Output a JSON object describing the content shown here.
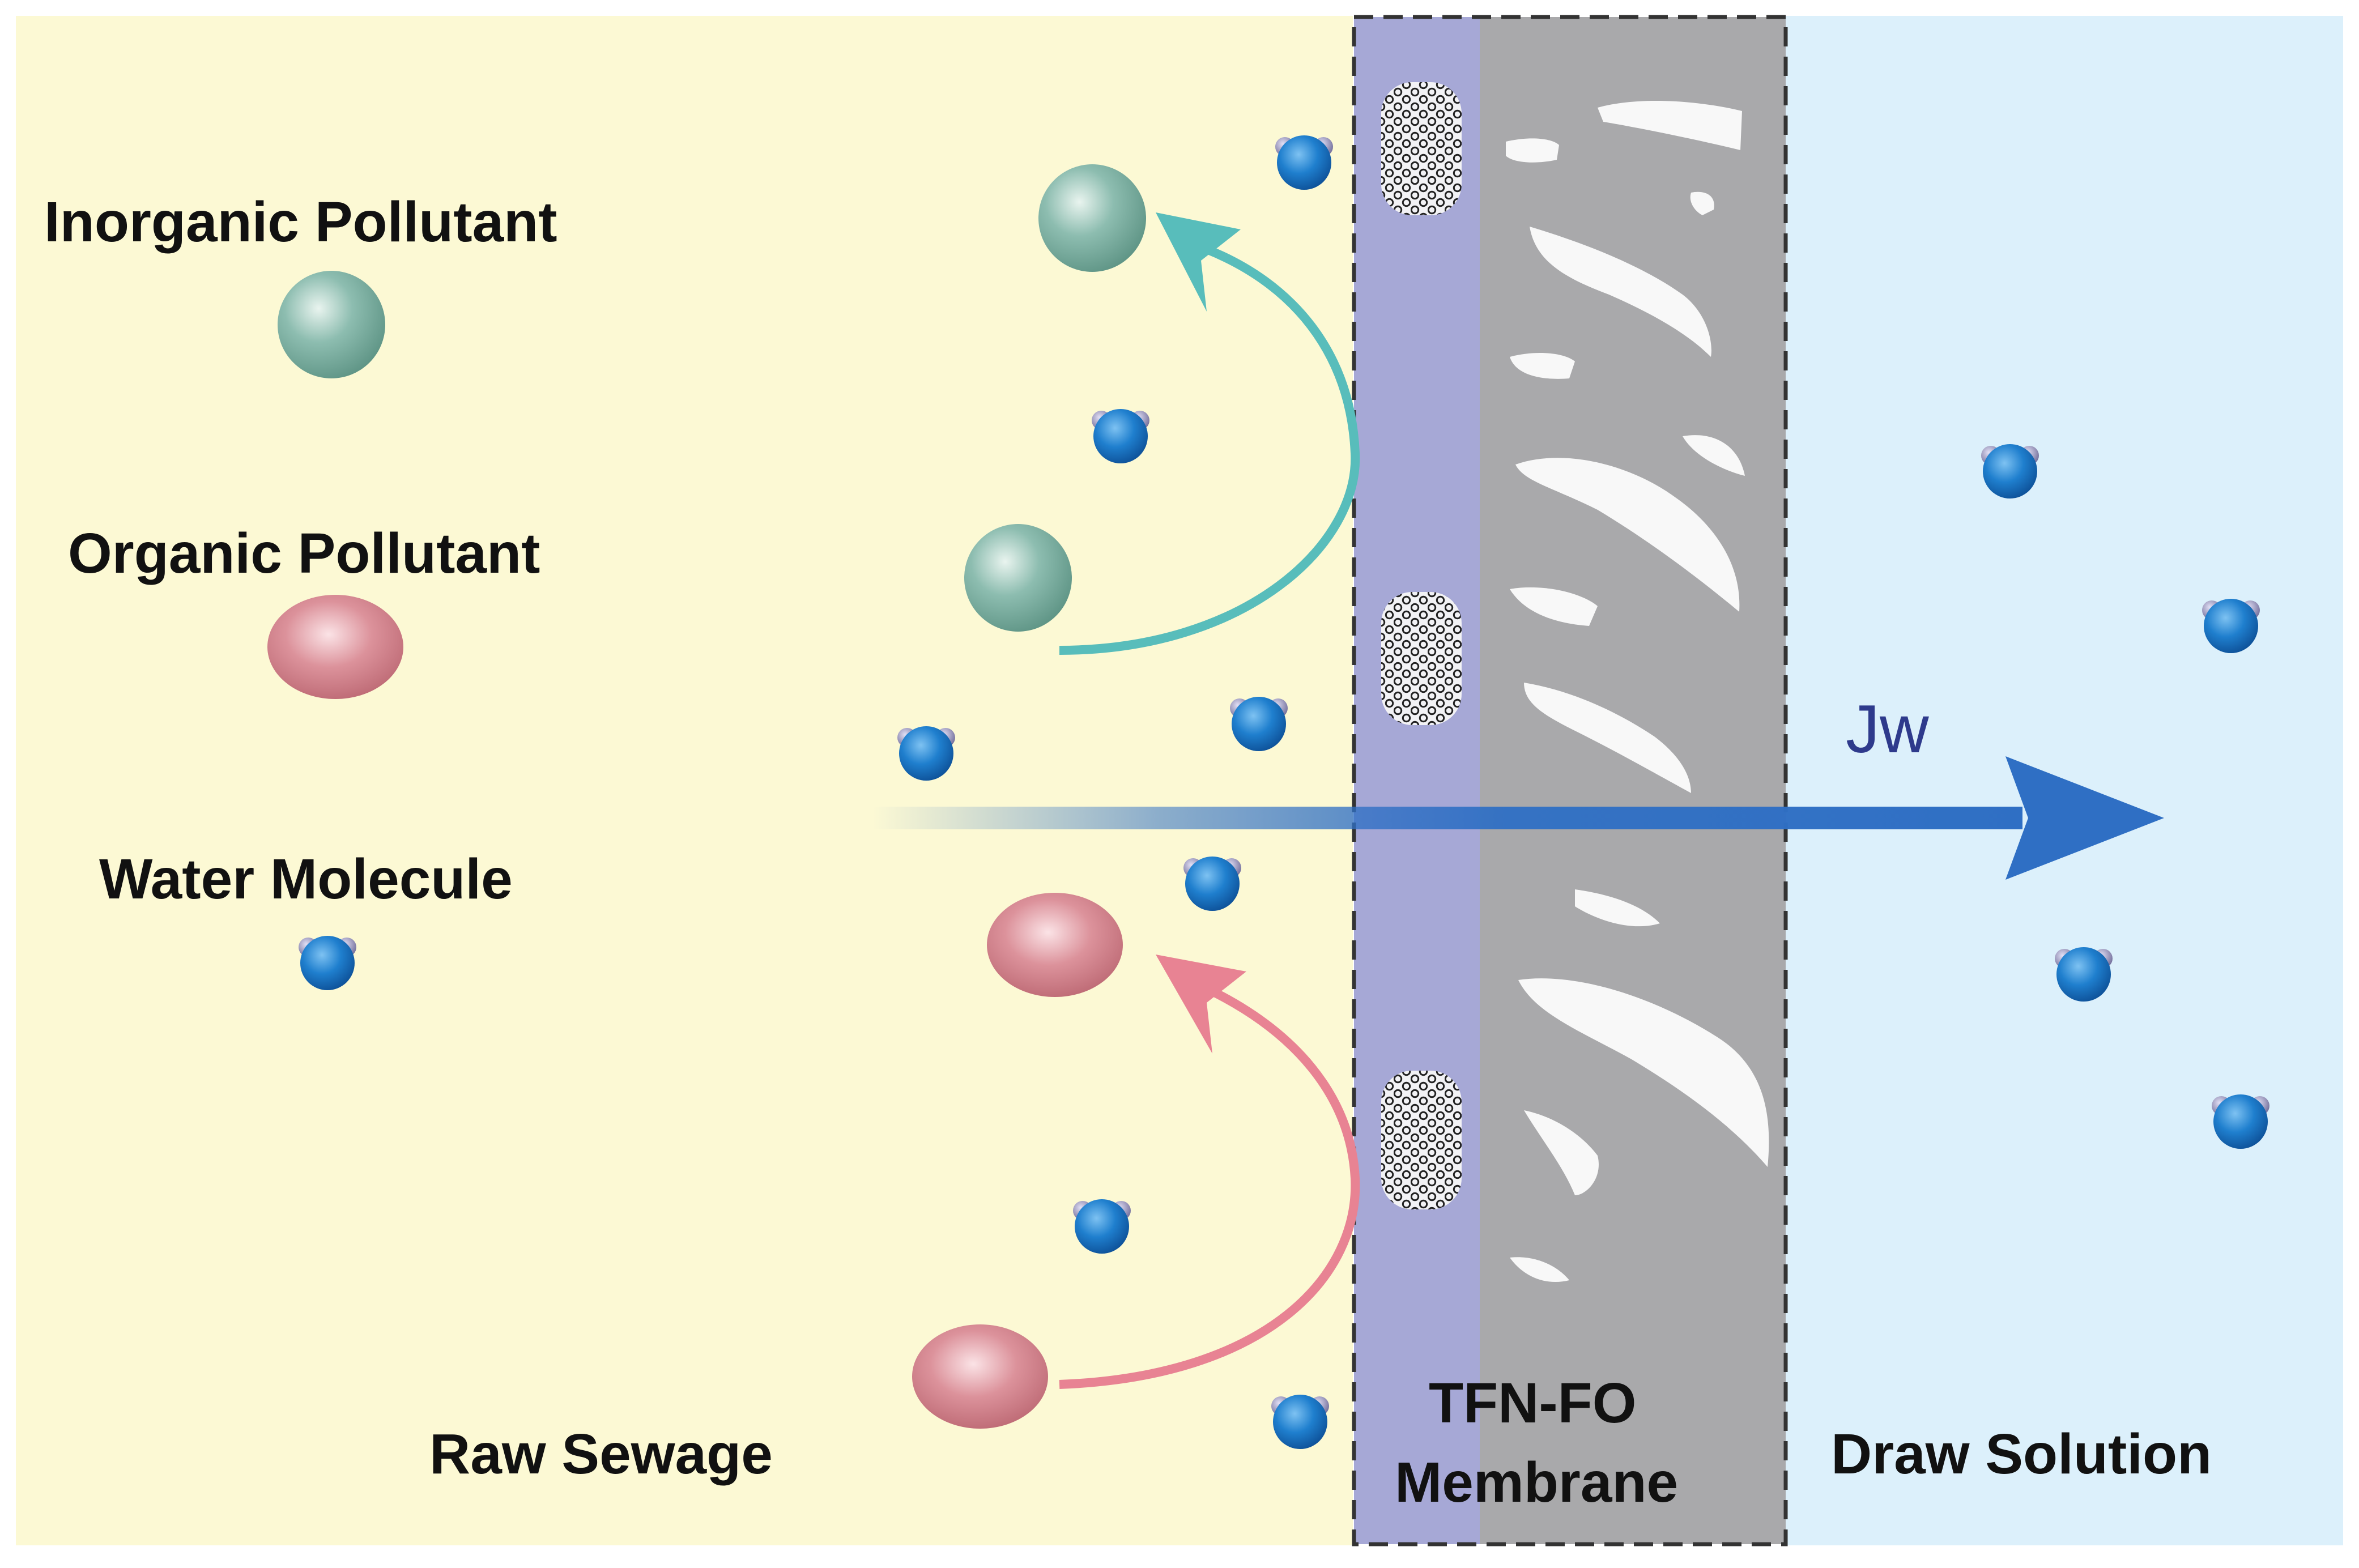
{
  "legend": {
    "inorganic_label": "Inorganic Pollutant",
    "organic_label": "Organic Pollutant",
    "water_label": "Water Molecule"
  },
  "regions": {
    "raw_sewage": "Raw Sewage",
    "membrane_line1": "TFN-FO",
    "membrane_line2": "Membrane",
    "draw_solution": "Draw Solution"
  },
  "flux_label": "Jw",
  "colors": {
    "raw_sewage_bg": "#fcf9d4",
    "draw_solution_bg": "#dcf0fb",
    "selective_layer": "#a6a8d6",
    "support_layer": "#a9a9ab",
    "inorganic_pollutant": "#7fb3a3",
    "organic_pollutant": "#d98a93",
    "water_molecule": "#1a78c8",
    "inorganic_rejection_arrow": "#58bdbb",
    "organic_rejection_arrow": "#e88393",
    "water_flux_arrow": "#2f6fc4"
  }
}
